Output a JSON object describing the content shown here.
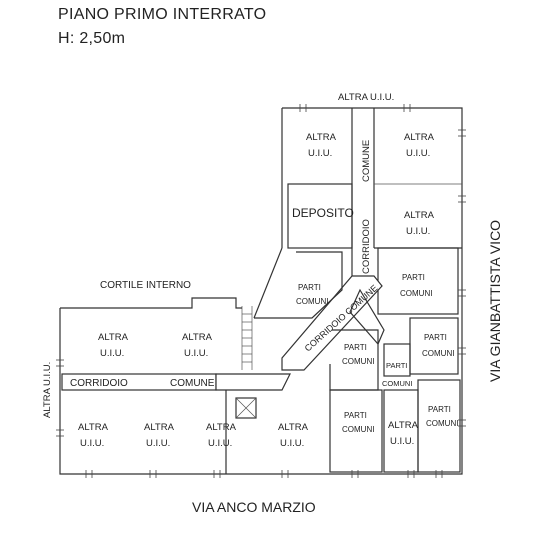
{
  "header": {
    "title": "PIANO PRIMO INTERRATO",
    "height": "H: 2,50m"
  },
  "streets": {
    "bottom": "VIA ANCO MARZIO",
    "right": "VIA GIANBATTISTA VICO"
  },
  "labels": {
    "altra_uiu_top": "ALTRA U.I.U.",
    "altra_uiu_left": "ALTRA U.I.U.",
    "cortile": "CORTILE INTERNO",
    "altra": "ALTRA",
    "uiu": "U.I.U.",
    "deposito": "DEPOSITO",
    "comune": "COMUNE",
    "corridoio": "CORRIDOIO",
    "corridoio_comune": "CORRIDOIO COMUNE",
    "parti": "PARTI",
    "comuni": "COMUNI"
  }
}
